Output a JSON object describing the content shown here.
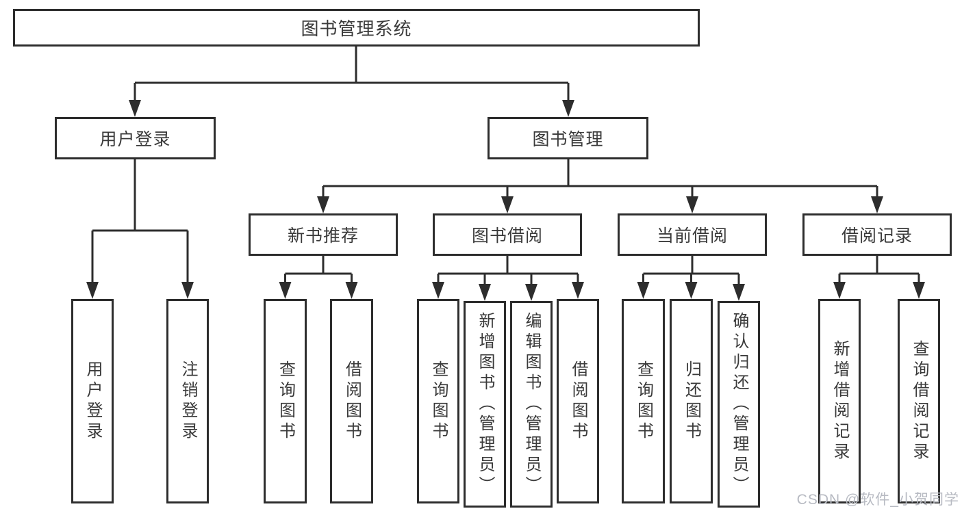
{
  "tree": {
    "root": {
      "label": "图书管理系统"
    },
    "level2": [
      {
        "label": "用户登录",
        "children": [
          {
            "label": "用户登录"
          },
          {
            "label": "注销登录"
          }
        ]
      },
      {
        "label": "图书管理"
      }
    ],
    "level3": [
      {
        "label": "新书推荐",
        "children": [
          {
            "label": "查询图书"
          },
          {
            "label": "借阅图书"
          }
        ]
      },
      {
        "label": "图书借阅",
        "children": [
          {
            "label": "查询图书"
          },
          {
            "label": "新增图书（管理员）"
          },
          {
            "label": "编辑图书（管理员）"
          },
          {
            "label": "借阅图书"
          }
        ]
      },
      {
        "label": "当前借阅",
        "children": [
          {
            "label": "查询图书"
          },
          {
            "label": "归还图书"
          },
          {
            "label": "确认归还（管理员）"
          }
        ]
      },
      {
        "label": "借阅记录",
        "children": [
          {
            "label": "新增借阅记录"
          },
          {
            "label": "查询借阅记录"
          }
        ]
      }
    ]
  },
  "watermark": {
    "text": "CSDN @软件_小贺同学"
  },
  "colors": {
    "line": "#2d2d2d",
    "box_border": "#2d2d2d",
    "box_fill": "#ffffff",
    "text": "#3a3a3a",
    "watermark_text": "#b7bac2",
    "background": "#ffffff"
  }
}
